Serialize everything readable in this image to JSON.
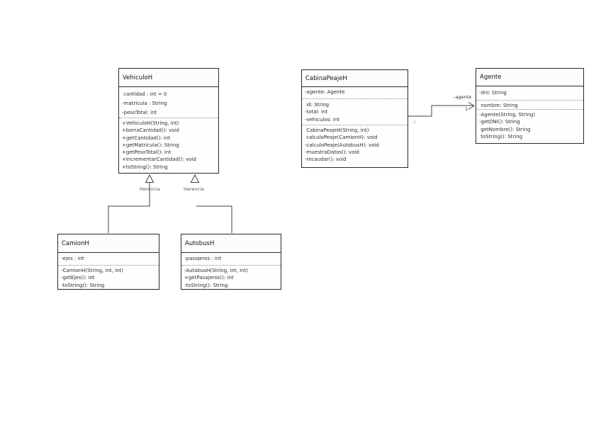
{
  "diagram": {
    "classes": {
      "vehiculoh": {
        "name": "VehiculoH",
        "attributes": [
          " cantidad : int = 0",
          "-matricula : String",
          "-pesoTotal: int"
        ],
        "methods": [
          "+VehiculoH(String, int)",
          "+borraCantidad(): void",
          "+getCantidad(): int",
          "+getMatricula(): String",
          "+getPesoTotal(): int",
          "+incrementarCantidad(): void",
          "+toString(): String"
        ]
      },
      "cabinapeajeh": {
        "name": "CabinaPeajeH",
        "attributes": [
          "-agente: Agente"
        ],
        "attributes2": [
          " id: String",
          "-total: int",
          "-vehiculos: int"
        ],
        "methods": [
          " CabinaPeajeH(String, int)",
          " calculoPeaje(CamionH): void",
          "-calculoPeaje(AutobusH): void",
          "-muestraDatos(): void",
          "-recaudar(): void"
        ]
      },
      "agente": {
        "name": "Agente",
        "attributes": [
          "-dni: String"
        ],
        "attributes2": [
          " nombre: String"
        ],
        "methods": [
          "-Agente(String, String)",
          "-getDNI(): String",
          " getNombre(): String",
          " toString(): String"
        ]
      },
      "camionh": {
        "name": "CamionH",
        "attributes": [
          "-ejes : int"
        ],
        "methods": [
          "-CamionH(String, int, int)",
          "-getEjes(): int",
          "-toString(): String"
        ]
      },
      "autobush": {
        "name": "AutobusH",
        "attributes": [
          "-pasajeros : int"
        ],
        "methods": [
          "-AutobusH(String, int, int)",
          "+getPasajeros(): int",
          "-toString(): String"
        ]
      }
    },
    "labels": {
      "herencia_left": "Herencia",
      "herencia_right": "Herencia",
      "assoc_role": "-agente",
      "assoc_multiplicity": "1",
      "assoc_multiplicity_near": "1"
    },
    "colors": {
      "line": "#404040",
      "border": "#2a2a2a",
      "background": "#ffffff"
    }
  }
}
